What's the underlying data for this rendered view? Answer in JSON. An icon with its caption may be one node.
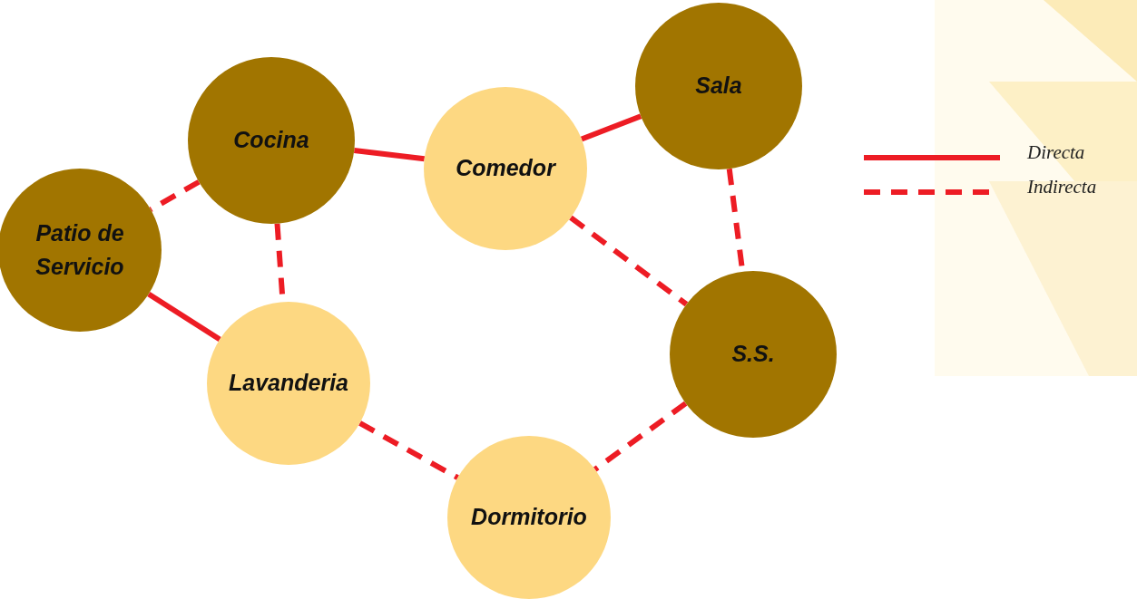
{
  "diagram": {
    "nodes": [
      {
        "text": [
          "Sala"
        ]
      },
      {
        "text": [
          "Cocina"
        ]
      },
      {
        "text": [
          "Comedor"
        ]
      },
      {
        "text": [
          "Patio de Servicio"
        ]
      },
      {
        "text": [
          "S.S."
        ]
      },
      {
        "text": [
          "Lavanderia"
        ]
      },
      {
        "text": [
          "Dormitorio"
        ]
      }
    ],
    "edges": [
      {
        "from": 1,
        "to": 2,
        "arrow": "none"
      },
      {
        "from": 2,
        "to": 0,
        "arrow": "none"
      },
      {
        "from": 1,
        "to": 3,
        "arrow": "none",
        "style": "dashed"
      },
      {
        "from": 1,
        "to": 5,
        "arrow": "none",
        "style": "dashed"
      },
      {
        "from": 3,
        "to": 5,
        "arrow": "none"
      },
      {
        "from": 0,
        "to": 4,
        "arrow": "none",
        "style": "dashed"
      },
      {
        "from": 2,
        "to": 4,
        "arrow": "none",
        "style": "dashed"
      },
      {
        "from": 4,
        "to": 6,
        "arrow": "none",
        "style": "dashed"
      },
      {
        "from": 5,
        "to": 6,
        "arrow": "none",
        "style": "dashed"
      }
    ],
    "legend": [
      {
        "text": "Directa"
      },
      {
        "text": "Indirecta"
      }
    ]
  }
}
